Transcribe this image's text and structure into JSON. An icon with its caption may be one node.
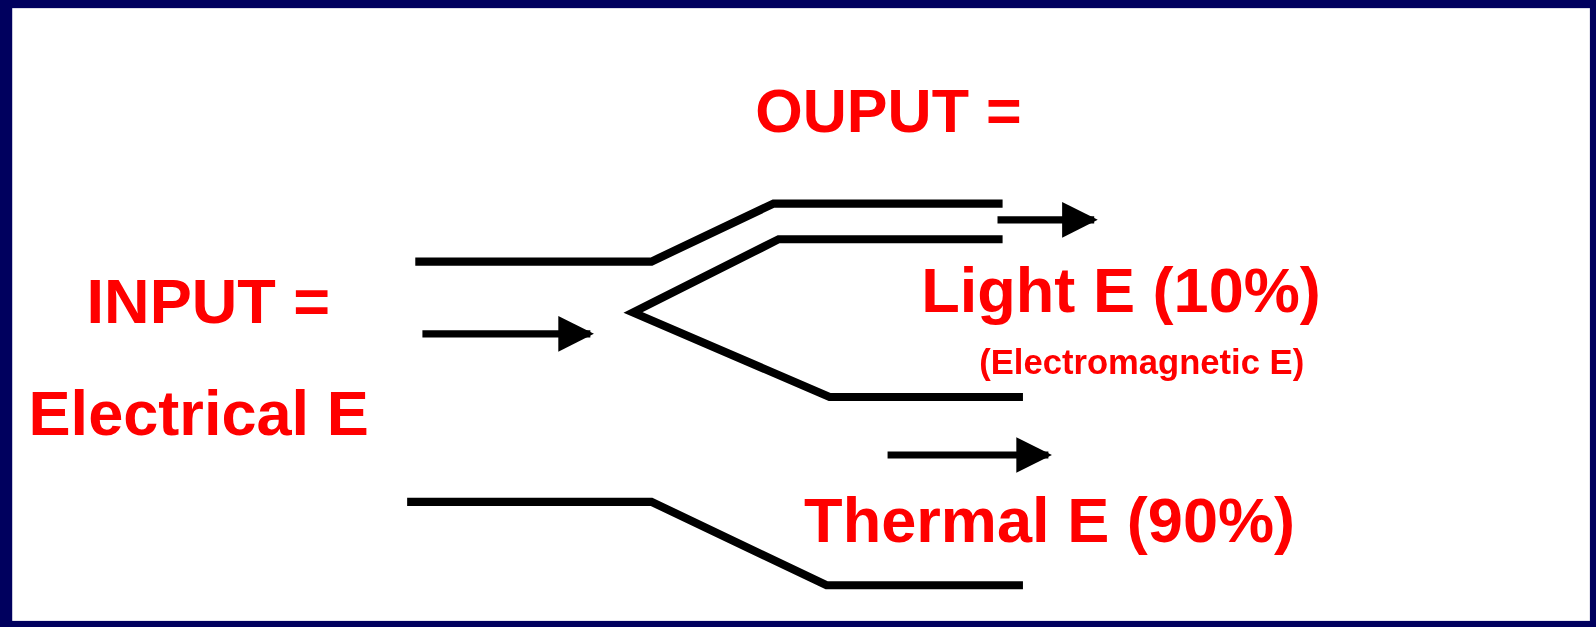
{
  "diagram": {
    "labels": [
      "OUPUT =",
      "Light E (10%)",
      "INPUT =",
      "(Electromagnetic E)",
      "Electrical E",
      "Thermal E (90%)"
    ]
  }
}
